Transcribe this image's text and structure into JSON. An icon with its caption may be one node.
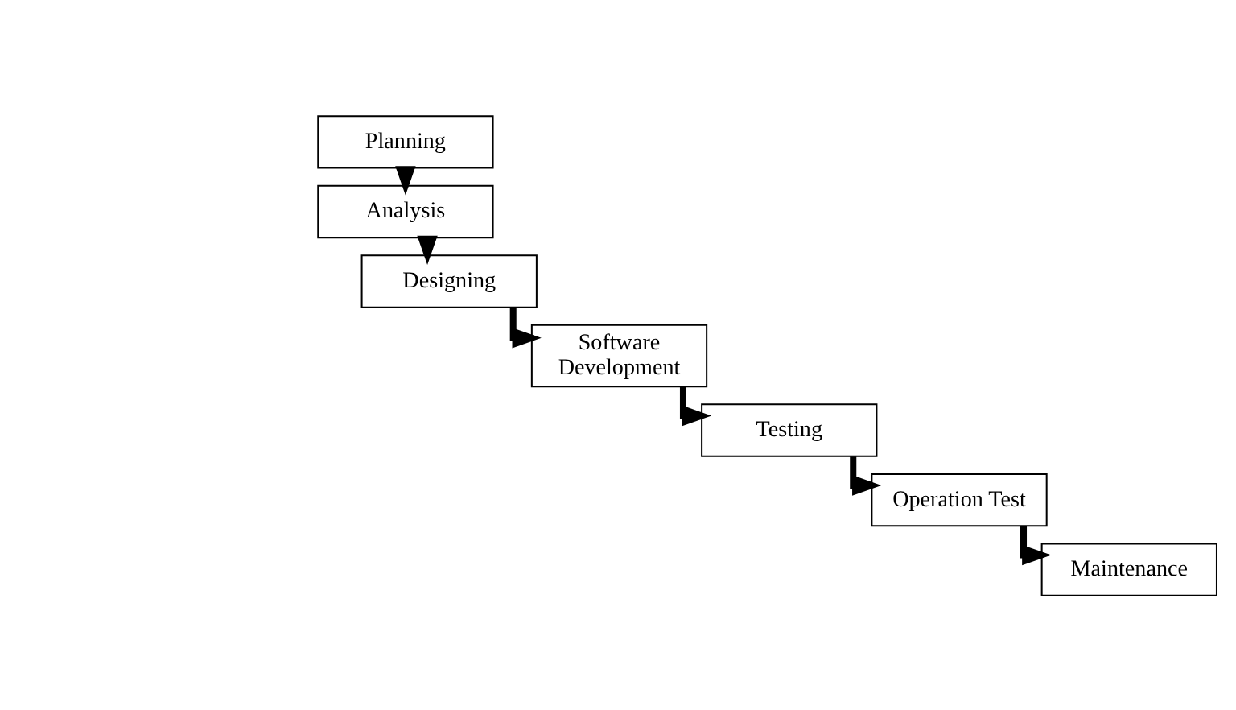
{
  "diagram": {
    "nodes": [
      {
        "text": [
          "Planning"
        ]
      },
      {
        "text": [
          "Analysis"
        ]
      },
      {
        "text": [
          "Designing"
        ]
      },
      {
        "text": [
          "Software Development"
        ]
      },
      {
        "text": [
          "Testing"
        ]
      },
      {
        "text": [
          "Operation Test"
        ]
      },
      {
        "text": [
          "Maintenance"
        ]
      }
    ],
    "edges": [
      {
        "from": 0,
        "to": 1,
        "arrow": "to"
      },
      {
        "from": 1,
        "to": 2,
        "arrow": "to"
      },
      {
        "from": 2,
        "to": 3,
        "arrow": "to"
      },
      {
        "from": 3,
        "to": 4,
        "arrow": "to"
      },
      {
        "from": 4,
        "to": 5,
        "arrow": "to"
      },
      {
        "from": 5,
        "to": 6,
        "arrow": "to"
      }
    ]
  }
}
